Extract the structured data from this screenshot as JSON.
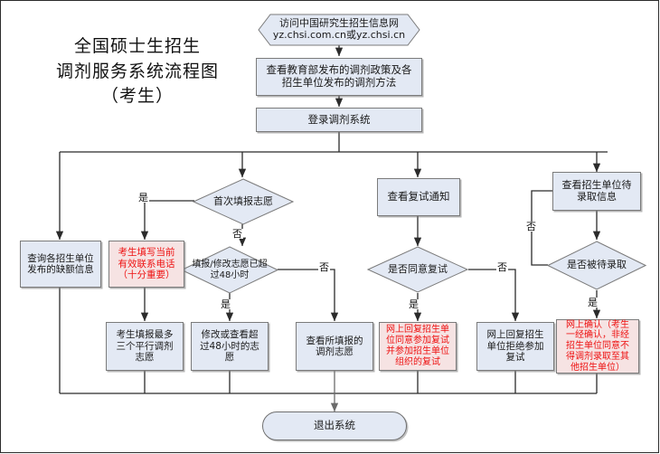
{
  "title": {
    "line1": "全国硕士生招生",
    "line2": "调剂服务系统流程图",
    "line3": "（考生）"
  },
  "nodes": {
    "start": {
      "text": "访问中国研究生招生信息网\nyz.chsi.com.cn或yz.chsi.cn",
      "shape": "hexagon"
    },
    "policy": {
      "text": "查看教育部发布的调剂政策及各招生单位发布的调剂方法",
      "shape": "rect"
    },
    "login": {
      "text": "登录调剂系统",
      "shape": "rect"
    },
    "first_fill": {
      "text": "首次填报志愿",
      "shape": "diamond"
    },
    "over48": {
      "text": "填报/修改志愿已超过48小时",
      "shape": "diamond"
    },
    "view_notice": {
      "text": "查看复试通知",
      "shape": "rect"
    },
    "view_pending": {
      "text": "查看招生单位待录取信息",
      "shape": "rect"
    },
    "query_vacancy": {
      "text": "查询各招生单位发布的缺额信息",
      "shape": "rect"
    },
    "phone": {
      "text": "考生填写当前有效联系电话（十分重要）",
      "shape": "rect",
      "color": "red"
    },
    "agree_retest": {
      "text": "是否同意复试",
      "shape": "diamond"
    },
    "is_pending": {
      "text": "是否被待录取",
      "shape": "diamond"
    },
    "fill_three": {
      "text": "考生填报最多三个平行调剂志愿",
      "shape": "rect"
    },
    "modify_48": {
      "text": "修改或查看超过48小时的志愿",
      "shape": "rect"
    },
    "view_filled": {
      "text": "查看所填报的调剂志愿",
      "shape": "rect"
    },
    "reply_agree": {
      "text": "网上回复招生单位同意参加复试并参加招生单位组织的复试",
      "shape": "rect",
      "color": "red"
    },
    "reply_refuse": {
      "text": "网上回复招生单位拒绝参加复试",
      "shape": "rect"
    },
    "confirm_online": {
      "text": "网上确认（考生一经确认，非经招生单位同意不得调剂录取至其他招生单位）",
      "shape": "rect",
      "color": "red"
    },
    "logout": {
      "text": "退出系统",
      "shape": "pill"
    }
  },
  "edge_labels": {
    "first_yes": "是",
    "first_no": "否",
    "over48_yes": "是",
    "agree_yes": "是",
    "agree_no": "否",
    "pending_yes": "是",
    "pending_no": "否",
    "over48_no": "否"
  },
  "colors": {
    "node_fill": "#e3e9f4",
    "node_fill_red": "#f6e3e3",
    "node_stroke": "#7b7b7b",
    "red_text": "#ee1111",
    "line": "#2b2b2b"
  }
}
